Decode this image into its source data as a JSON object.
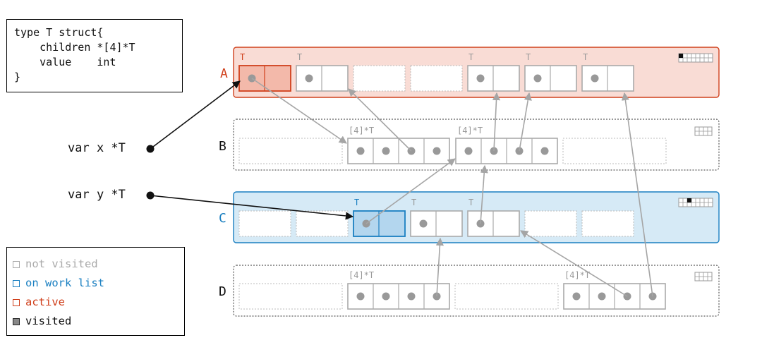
{
  "struct_code": {
    "line1": "type T struct{",
    "line2": "    children *[4]*T",
    "line3": "    value    int",
    "line4": "}"
  },
  "variables": {
    "x": "var x *T",
    "y": "var y *T"
  },
  "legend": {
    "items": [
      {
        "label": "not visited",
        "color": "#aaaaaa"
      },
      {
        "label": "on work list",
        "color": "#1a7fc1"
      },
      {
        "label": "active",
        "color": "#d0401c"
      },
      {
        "label": "visited",
        "color": "#555555"
      }
    ]
  },
  "spans": {
    "A": {
      "label": "A",
      "state": "active",
      "slot_types": [
        "T",
        "T",
        "",
        "",
        "T",
        "T",
        "T"
      ]
    },
    "B": {
      "label": "B",
      "state": "not-visited",
      "slot_types": [
        "",
        "[4]*T",
        "[4]*T",
        ""
      ]
    },
    "C": {
      "label": "C",
      "state": "on-work-list",
      "slot_types": [
        "",
        "",
        "T",
        "T",
        "T",
        "",
        ""
      ]
    },
    "D": {
      "label": "D",
      "state": "not-visited",
      "slot_types": [
        "",
        "[4]*T",
        "",
        "[4]*T"
      ]
    }
  },
  "colors": {
    "active": "#d0401c",
    "active_fill": "#f9dcd5",
    "work_list": "#1a7fc1",
    "work_list_fill": "#d6eaf6",
    "not_visited": "#aaaaaa",
    "pointer": "#a5a5a5",
    "root_pointer": "#111111"
  }
}
